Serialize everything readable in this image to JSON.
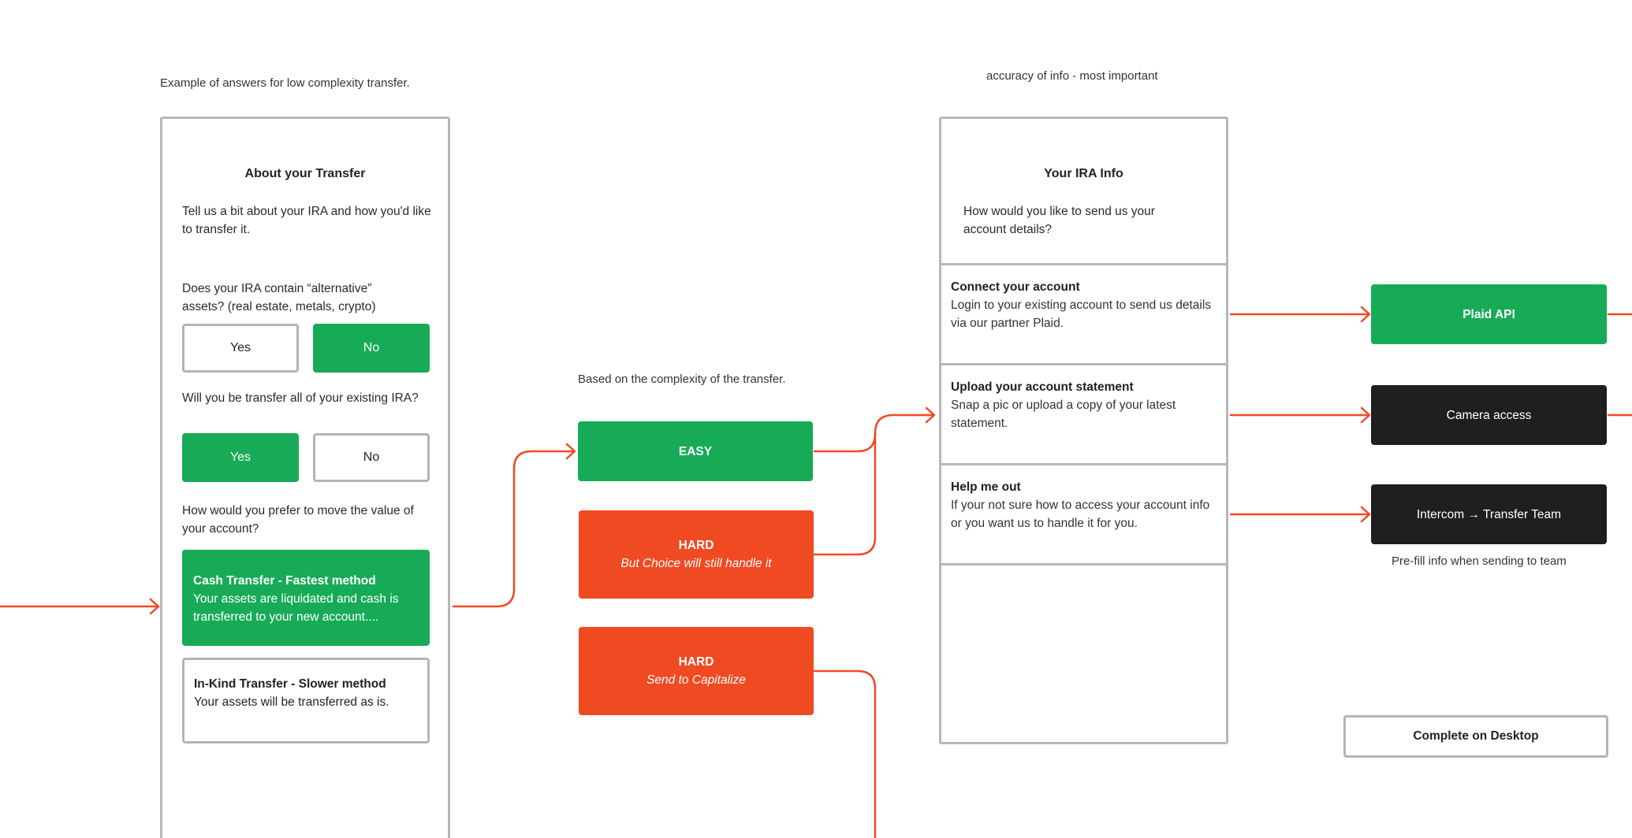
{
  "notes": {
    "left_note": "Example of answers for low complexity transfer.",
    "top_note": "accuracy of info - most important",
    "middle_note": "Based on  the complexity of the transfer.",
    "prefill_note": "Pre-fill info when sending to team"
  },
  "transfer_screen": {
    "title": "About your Transfer",
    "intro": "Tell us a bit about your IRA and how you'd like to transfer it.",
    "q1": "Does your IRA contain “alternative” assets? (real estate, metals, crypto)",
    "q1_yes": "Yes",
    "q1_no": "No",
    "q1_selected": "No",
    "q2": "Will you be transfer all of your existing IRA?",
    "q2_yes": "Yes",
    "q2_no": "No",
    "q2_selected": "Yes",
    "q3": "How would you prefer to move the value of your account?",
    "cash_title": "Cash Transfer - Fastest method",
    "cash_desc": "Your assets are liquidated and cash is transferred to your new account....",
    "inkind_title": "In-Kind Transfer - Slower method",
    "inkind_desc": "Your assets will be transferred as is."
  },
  "complexity": {
    "easy": "EASY",
    "hard1_title": "HARD",
    "hard1_sub": "But Choice will still handle it",
    "hard2_title": "HARD",
    "hard2_sub": "Send to Capitalize"
  },
  "ira_screen": {
    "title": "Your IRA Info",
    "intro": "How would you like to send us your account details?",
    "opt1_title": "Connect your account",
    "opt1_desc": "Login to your existing account to send us details via our partner Plaid.",
    "opt2_title": "Upload your account statement",
    "opt2_desc": "Snap a pic or upload a copy of your latest statement.",
    "opt3_title": "Help me out",
    "opt3_desc": "If your not sure how to  access your account info or you want us to handle it for you."
  },
  "outcomes": {
    "plaid": "Plaid API",
    "camera": "Camera access",
    "intercom": "Intercom → Transfer Team",
    "desktop": "Complete on Desktop"
  },
  "colors": {
    "green": "#17ab57",
    "red": "#f04a23",
    "dark": "#1f1f1f",
    "connector": "#f04a23",
    "border": "#b7b7b7"
  }
}
